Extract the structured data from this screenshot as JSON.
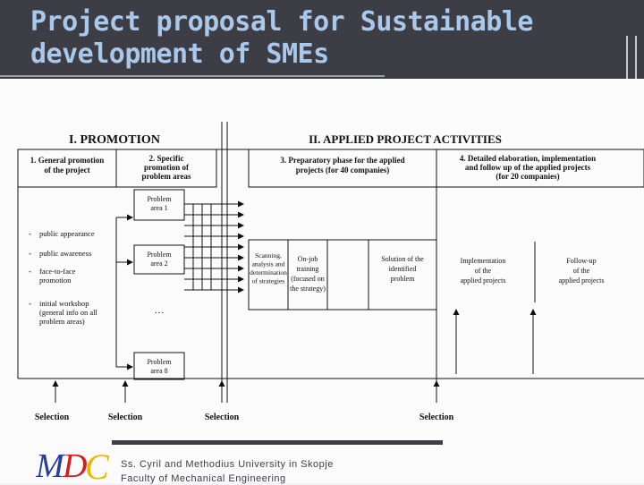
{
  "slide": {
    "title_line1": "Project proposal for Sustainable",
    "title_line2": "development of SMEs",
    "title_color": "#a9c8ea",
    "bar_color": "#3d3d46"
  },
  "diagram": {
    "section1_title": "I.  PROMOTION",
    "section2_title": "II.  APPLIED PROJECT ACTIVITIES",
    "box1_lines": [
      "1. General promotion",
      "of the project"
    ],
    "box2_lines": [
      "2.  Specific",
      "promotion of",
      "problem areas"
    ],
    "box3_lines": [
      "3.  Preparatory phase for the applied",
      "projects (for 40 companies)"
    ],
    "box4_lines": [
      "4.  Detailed elaboration, implementation",
      "and follow up of the applied projects",
      "(for 20 companies)"
    ],
    "bullets": [
      [
        "public appearance"
      ],
      [
        "public awareness"
      ],
      [
        "face-to-face",
        "promotion"
      ],
      [
        "initial workshop",
        "(general info on all",
        "problem areas)"
      ]
    ],
    "bullet_mark": "-",
    "problem_areas": [
      [
        "Problem",
        "area 1"
      ],
      [
        "Problem",
        "area 2"
      ],
      [
        "Problem",
        "area 8"
      ]
    ],
    "ellipsis": "…",
    "activities": [
      [
        "Scanning,",
        "analysis and",
        "determination",
        "of strategies"
      ],
      [
        "On-job",
        "training",
        "(focused on",
        "the strategy)"
      ],
      [
        "Solution of the",
        "identified",
        "problem"
      ],
      [
        "Implementation",
        "of the",
        "applied projects"
      ],
      [
        "Follow-up",
        "of the",
        "applied projects"
      ]
    ],
    "selection_label": "Selection"
  },
  "footer": {
    "logo_text": "MDC",
    "university": "Ss. Cyril and Methodius University  in Skopje",
    "faculty": "Faculty of Mechanical Engineering"
  }
}
